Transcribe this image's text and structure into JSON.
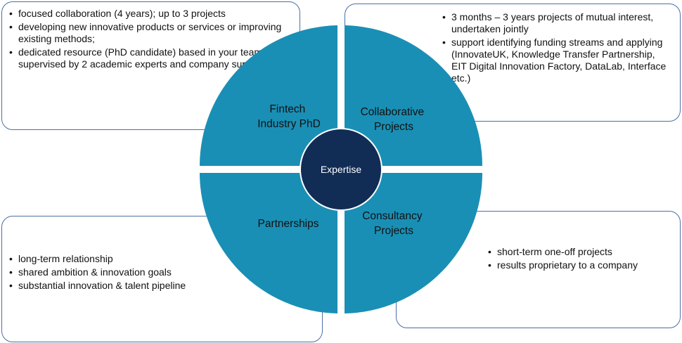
{
  "center": {
    "label": "Expertise"
  },
  "quadrants": {
    "phd": {
      "lines": [
        "Fintech",
        "Industry  PhD"
      ]
    },
    "collab": {
      "lines": [
        "Collaborative",
        "Projects"
      ]
    },
    "partner": {
      "lines": [
        "Partnerships"
      ]
    },
    "consult": {
      "lines": [
        "Consultancy",
        "Projects"
      ]
    }
  },
  "boxes": {
    "phd": {
      "bullets": [
        "focused collaboration (4 years); up to 3 projects",
        "developing new innovative products or services or improving existing methods;",
        "dedicated resource (PhD candidate) based in your team, supervised by 2 academic experts and company supervisor(s)."
      ]
    },
    "collab": {
      "bullets": [
        "3 months – 3 years projects of mutual interest, undertaken jointly",
        " support identifying funding streams and applying (InnovateUK, Knowledge Transfer Partnership, EIT Digital Innovation Factory, DataLab, Interface etc.)"
      ]
    },
    "partner": {
      "bullets": [
        "long-term relationship",
        "shared ambition & innovation goals",
        "substantial innovation & talent pipeline"
      ]
    },
    "consult": {
      "bullets": [
        "short-term one-off projects",
        "results proprietary to a company"
      ]
    }
  },
  "colors": {
    "quadrant_fill": "#1a8fb5",
    "center_fill": "#112d55",
    "box_border": "#4a6fa5"
  }
}
